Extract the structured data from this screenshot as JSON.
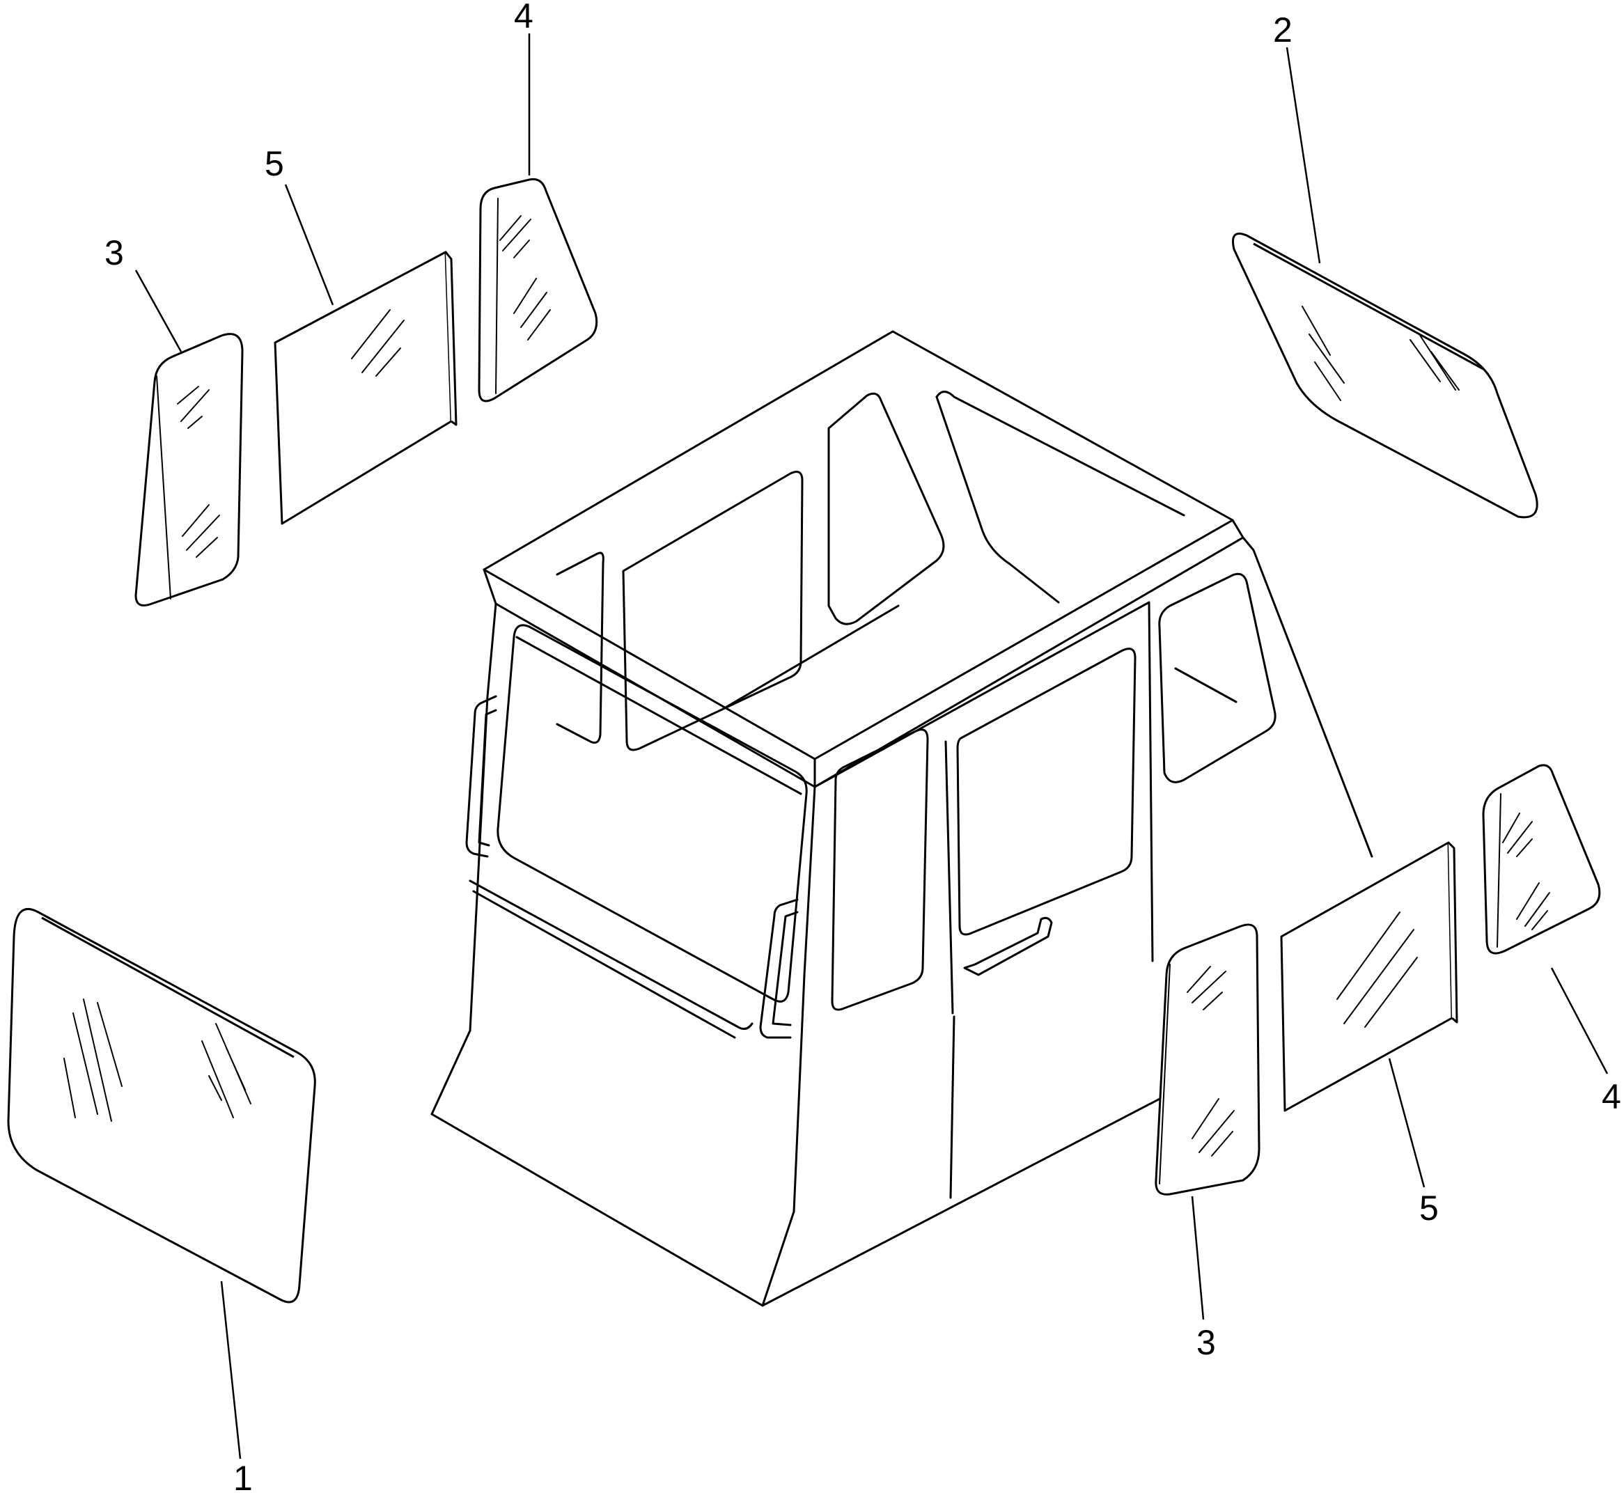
{
  "callouts": {
    "front_glass": "1",
    "rear_glass": "2",
    "left_front_corner": "3",
    "left_side": "5",
    "left_rear_corner": "4",
    "right_front_corner": "3",
    "right_side": "5",
    "right_rear_corner": "4"
  },
  "icons": {
    "cab": "cab-frame-icon",
    "glass": "glass-pane-icon"
  },
  "colors": {
    "line": "#000000",
    "background": "#ffffff"
  }
}
